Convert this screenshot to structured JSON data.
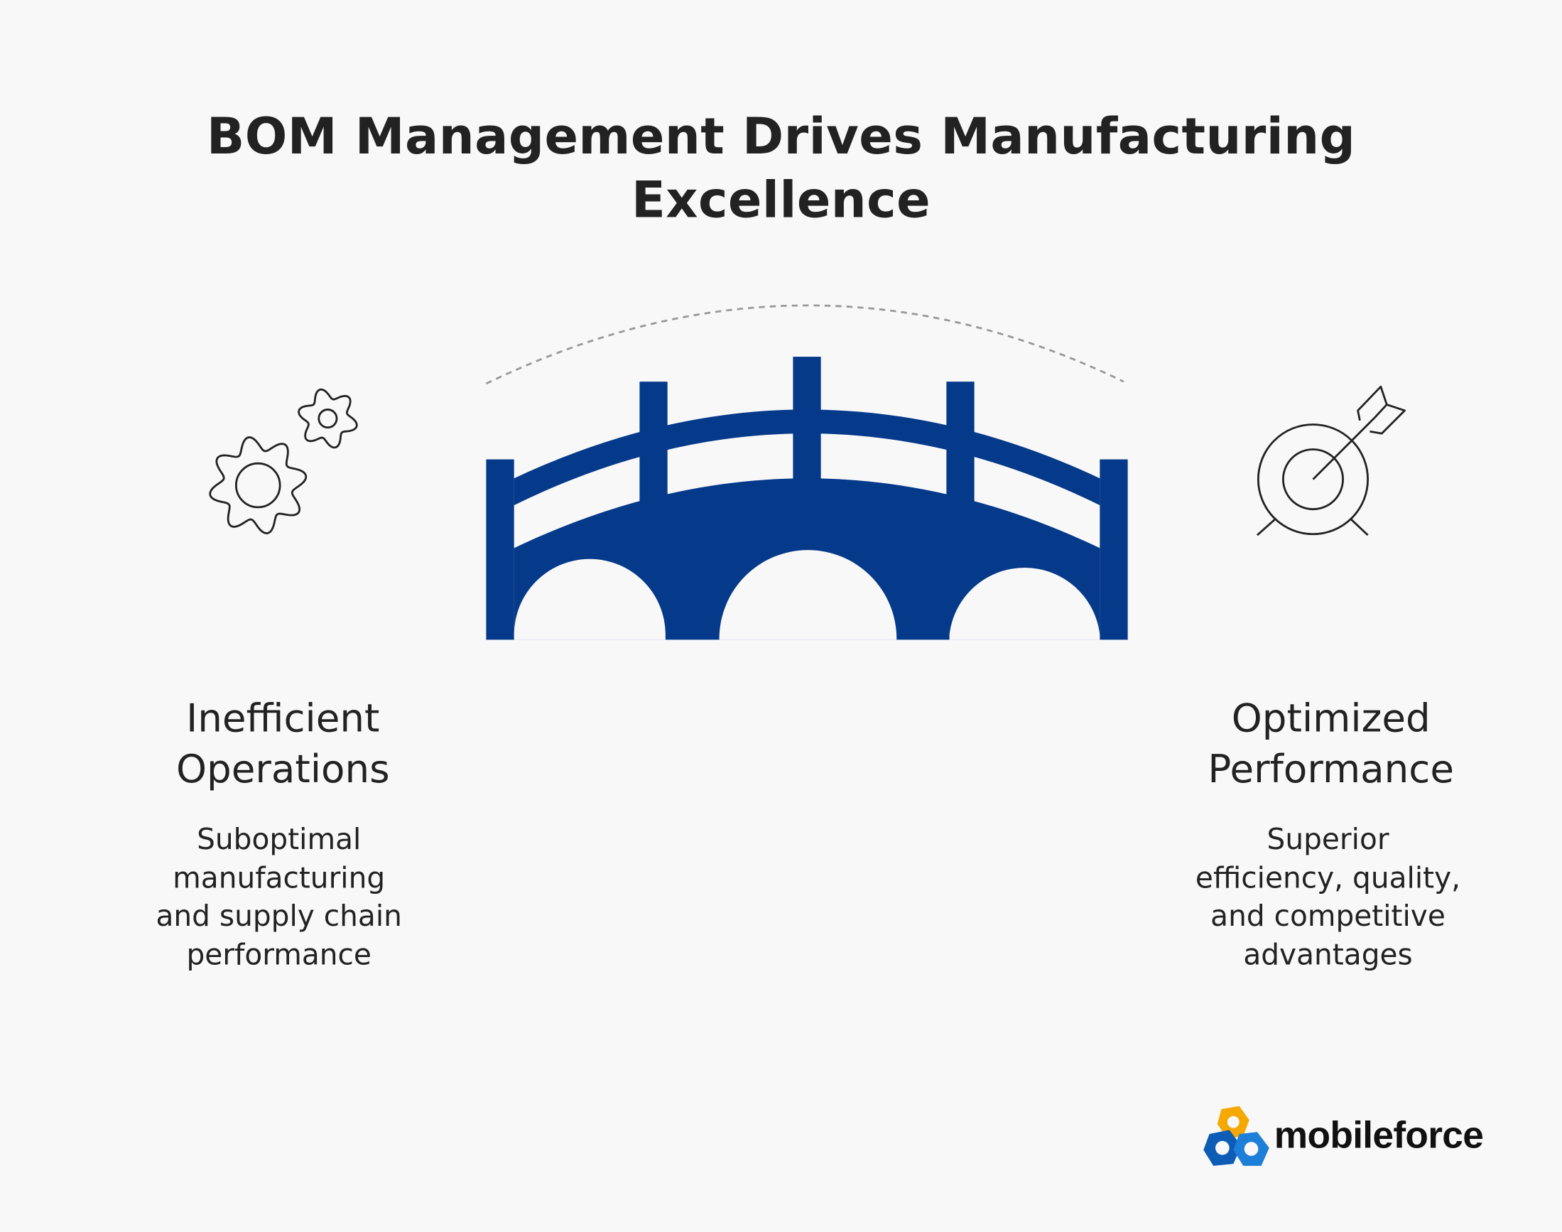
{
  "title": {
    "line1": "BOM Management Drives Manufacturing",
    "line2": "Excellence"
  },
  "left": {
    "heading": [
      "Inefficient",
      "Operations"
    ],
    "description": [
      "Suboptimal",
      "manufacturing",
      "and supply chain",
      "performance"
    ],
    "icon": "gears-icon"
  },
  "right": {
    "heading": [
      "Optimized",
      "Performance"
    ],
    "description": [
      "Superior",
      "efficiency, quality,",
      "and competitive",
      "advantages"
    ],
    "icon": "target-arrow-icon"
  },
  "center": {
    "icon": "bridge-icon"
  },
  "logo": {
    "text": "mobileforce"
  },
  "colors": {
    "bridge": "#05398a",
    "background": "#f8f8f8",
    "text": "#222222",
    "logo_orange": "#f5a800",
    "logo_blue": "#1565c0"
  }
}
